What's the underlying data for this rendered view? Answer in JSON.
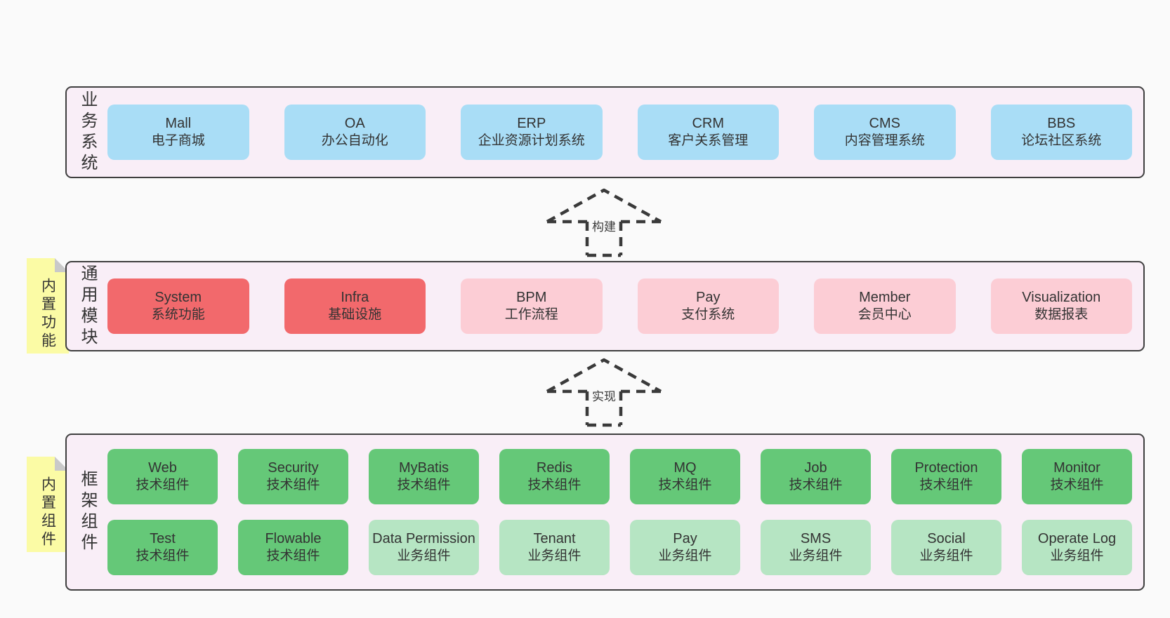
{
  "colors": {
    "page_bg": "#fafafa",
    "panel_bg": "#f9eef7",
    "panel_border": "#3f3f3f",
    "blue": "#a9ddf6",
    "red": "#f2696c",
    "pink": "#fccdd5",
    "green": "#65c878",
    "light_green": "#b6e5c3",
    "note_yellow": "#fbfba5",
    "note_fold": "#c9c9c9",
    "arrow": "#3a3a3a",
    "text": "#333333"
  },
  "arrows": [
    {
      "label": "构建"
    },
    {
      "label": "实现"
    }
  ],
  "layers": [
    {
      "label": "业务系统",
      "note": null,
      "rows": [
        [
          {
            "title": "Mall",
            "subtitle": "电子商城",
            "variant": "blue"
          },
          {
            "title": "OA",
            "subtitle": "办公自动化",
            "variant": "blue"
          },
          {
            "title": "ERP",
            "subtitle": "企业资源计划系统",
            "variant": "blue"
          },
          {
            "title": "CRM",
            "subtitle": "客户关系管理",
            "variant": "blue"
          },
          {
            "title": "CMS",
            "subtitle": "内容管理系统",
            "variant": "blue"
          },
          {
            "title": "BBS",
            "subtitle": "论坛社区系统",
            "variant": "blue"
          }
        ]
      ]
    },
    {
      "label": "通用模块",
      "note": "内置功能",
      "rows": [
        [
          {
            "title": "System",
            "subtitle": "系统功能",
            "variant": "red"
          },
          {
            "title": "Infra",
            "subtitle": "基础设施",
            "variant": "red"
          },
          {
            "title": "BPM",
            "subtitle": "工作流程",
            "variant": "pink"
          },
          {
            "title": "Pay",
            "subtitle": "支付系统",
            "variant": "pink"
          },
          {
            "title": "Member",
            "subtitle": "会员中心",
            "variant": "pink"
          },
          {
            "title": "Visualization",
            "subtitle": "数据报表",
            "variant": "pink"
          }
        ]
      ]
    },
    {
      "label": "框架组件",
      "note": "内置组件",
      "rows": [
        [
          {
            "title": "Web",
            "subtitle": "技术组件",
            "variant": "green"
          },
          {
            "title": "Security",
            "subtitle": "技术组件",
            "variant": "green"
          },
          {
            "title": "MyBatis",
            "subtitle": "技术组件",
            "variant": "green"
          },
          {
            "title": "Redis",
            "subtitle": "技术组件",
            "variant": "green"
          },
          {
            "title": "MQ",
            "subtitle": "技术组件",
            "variant": "green"
          },
          {
            "title": "Job",
            "subtitle": "技术组件",
            "variant": "green"
          },
          {
            "title": "Protection",
            "subtitle": "技术组件",
            "variant": "green"
          },
          {
            "title": "Monitor",
            "subtitle": "技术组件",
            "variant": "green"
          }
        ],
        [
          {
            "title": "Test",
            "subtitle": "技术组件",
            "variant": "green"
          },
          {
            "title": "Flowable",
            "subtitle": "技术组件",
            "variant": "green"
          },
          {
            "title": "Data Permission",
            "subtitle": "业务组件",
            "variant": "lightgreen"
          },
          {
            "title": "Tenant",
            "subtitle": "业务组件",
            "variant": "lightgreen"
          },
          {
            "title": "Pay",
            "subtitle": "业务组件",
            "variant": "lightgreen"
          },
          {
            "title": "SMS",
            "subtitle": "业务组件",
            "variant": "lightgreen"
          },
          {
            "title": "Social",
            "subtitle": "业务组件",
            "variant": "lightgreen"
          },
          {
            "title": "Operate Log",
            "subtitle": "业务组件",
            "variant": "lightgreen"
          }
        ]
      ]
    }
  ]
}
